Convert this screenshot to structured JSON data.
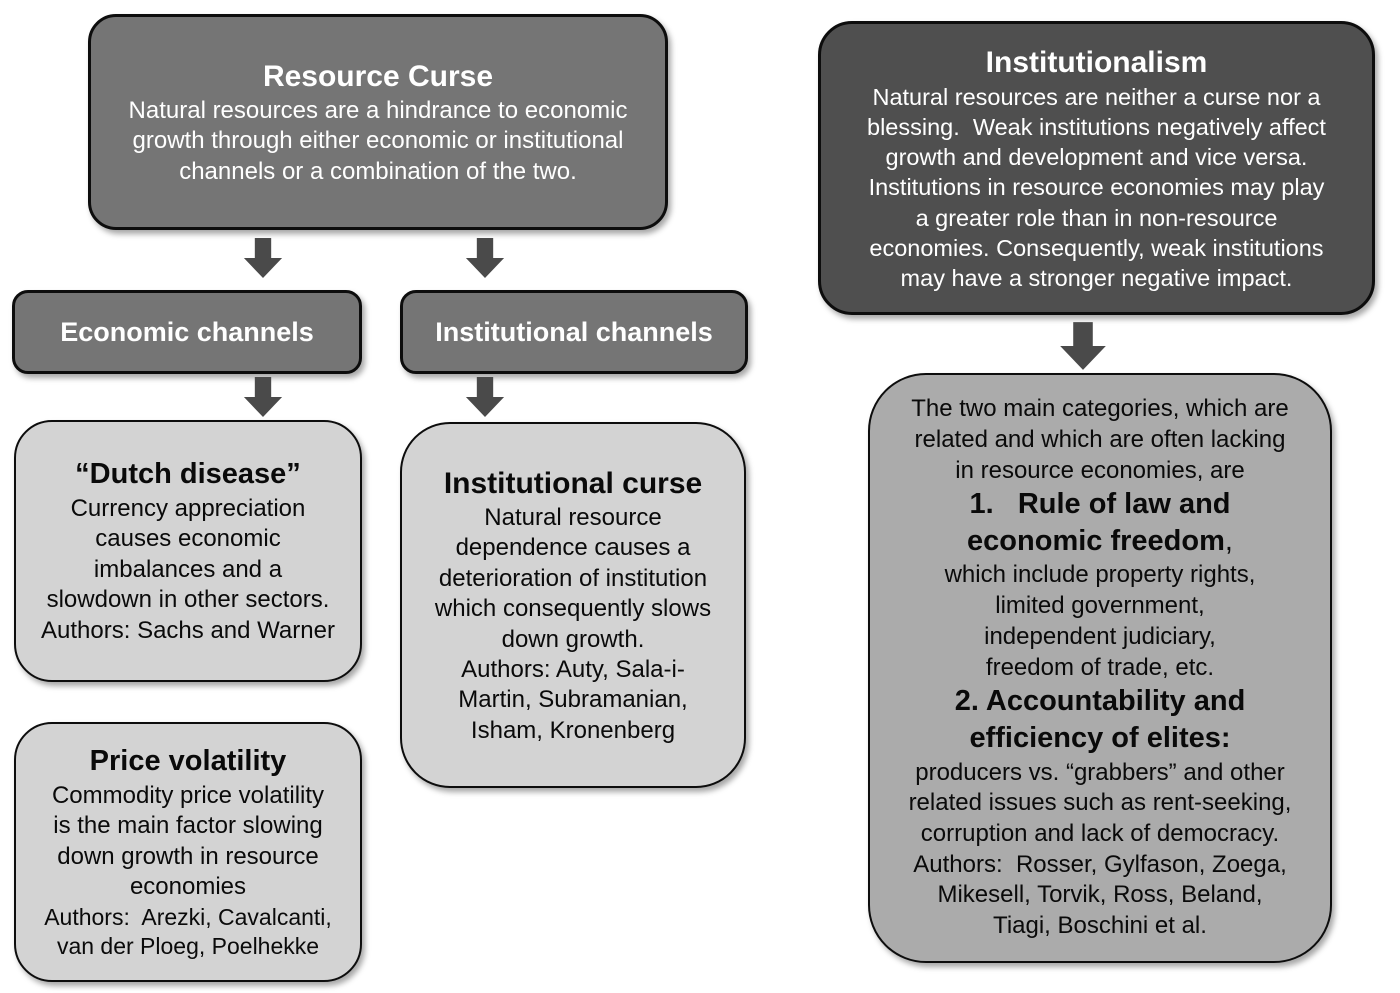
{
  "resource_curse": {
    "title": "Resource Curse",
    "body": "Natural resources are a hindrance to economic\ngrowth through either economic or institutional\nchannels or a combination of the two."
  },
  "institutionalism": {
    "title": "Institutionalism",
    "body": "Natural resources are neither a curse nor a\nblessing.  Weak institutions negatively affect\ngrowth and development and vice versa.\nInstitutions in resource economies may play\na greater role than in non-resource\neconomies. Consequently, weak institutions\nmay have a stronger negative impact."
  },
  "channels": {
    "economic": "Economic channels",
    "institutional": "Institutional channels"
  },
  "dutch_disease": {
    "title": "“Dutch disease”",
    "body": "Currency appreciation\ncauses economic\nimbalances and a\nslowdown in other sectors.",
    "authors": "Authors: Sachs and Warner"
  },
  "institutional_curse": {
    "title": "Institutional curse",
    "body": "Natural resource\ndependence causes a\ndeterioration of institution\nwhich consequently slows\ndown growth.",
    "authors": "Authors: Auty, Sala-i-\nMartin, Subramanian,\nIsham, Kronenberg"
  },
  "price_volatility": {
    "title": "Price volatility",
    "body": "Commodity price volatility\nis the main factor slowing\ndown growth in resource\neconomies",
    "authors": "Authors:  Arezki, Cavalcanti,\nvan der Ploeg, Poelhekke"
  },
  "categories": {
    "intro": "The two main categories, which are\nrelated and which are often lacking\nin resource economies, are",
    "item1_title": "1.   Rule of law and\neconomic freedom",
    "item1_comma": ",",
    "item1_body": "which include property rights,\nlimited government,\nindependent judiciary,\nfreedom of trade, etc.",
    "item2_title": "2. Accountability and\nefficiency of elites:",
    "item2_body": "producers vs. “grabbers” and other\nrelated issues such as rent-seeking,\ncorruption and lack of democracy.",
    "authors": "Authors:  Rosser, Gylfason, Zoega,\nMikesell, Torvik, Ross, Beland,\nTiagi, Boschini et al."
  },
  "icons": {
    "arrow": "block-arrow-down"
  },
  "colors": {
    "dark_box": "#4f4f4f",
    "medium_box": "#757575",
    "light_box": "#d3d3d3",
    "categories_box": "#ababab",
    "arrow": "#4a4a4a",
    "border": "#0d0d0d",
    "text_light": "#ffffff",
    "text_dark": "#0a0a0a"
  }
}
